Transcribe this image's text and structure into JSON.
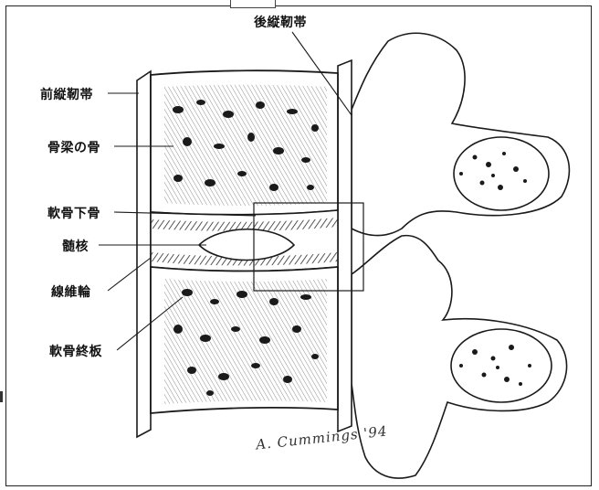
{
  "labels": {
    "posterior_longitudinal_ligament": "後縦靭帯",
    "anterior_longitudinal_ligament": "前縦靭帯",
    "trabecular_bone": "骨梁の骨",
    "subchondral_bone": "軟骨下骨",
    "nucleus_pulposus": "髄核",
    "annulus_fibrosus": "線維輪",
    "cartilage_endplate": "軟骨終板"
  },
  "signature": "A. Cummings '94",
  "colors": {
    "ink": "#1a1a1a",
    "paper": "#ffffff",
    "hatch": "#2a2a2a"
  }
}
